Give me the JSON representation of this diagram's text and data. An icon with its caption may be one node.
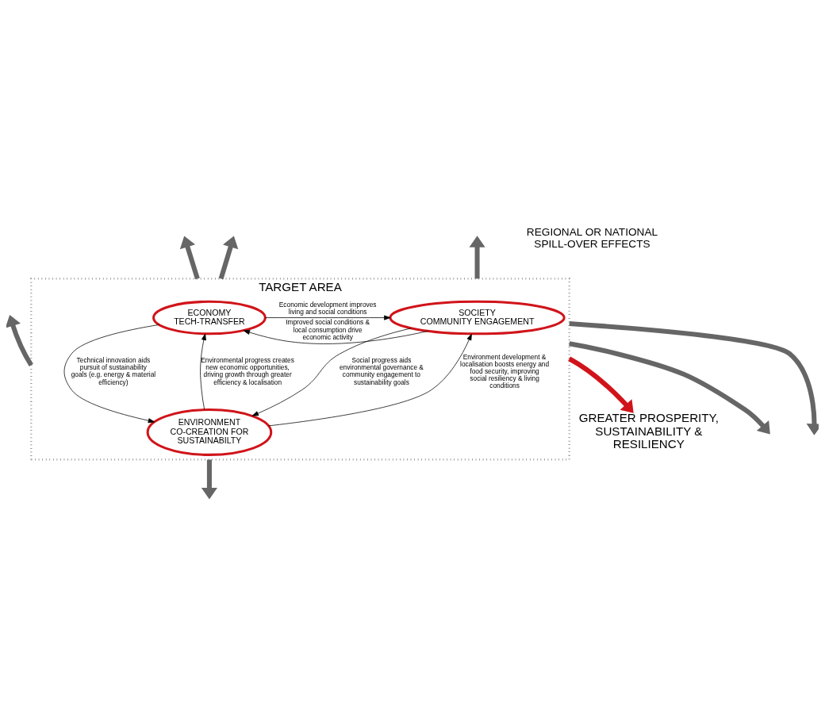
{
  "diagram": {
    "nodes": [
      {
        "text": [
          "TARGET AREA"
        ]
      },
      {
        "text": [
          "ECONOMY",
          "TECH-TRANSFER"
        ],
        "in": 0
      },
      {
        "text": [
          "SOCIETY",
          "COMMUNITY ENGAGEMENT"
        ],
        "in": 0
      },
      {
        "text": [
          "ENVIRONMENT",
          "CO-CREATION FOR SUSTAINABILTY"
        ],
        "in": 0
      },
      {
        "text": [
          "GREATER PROSPERITY, SUSTAINABILITY & RESILIENCY"
        ]
      }
    ],
    "edges": [
      {
        "from": 1,
        "to": 2,
        "arrow": "to",
        "label": "Economic development improves living and social conditions",
        "color": "#000000"
      },
      {
        "from": 2,
        "to": 1,
        "arrow": "to",
        "label": "Improved social conditions & local consumption drive economic activity",
        "color": "#000000"
      },
      {
        "from": 1,
        "to": 3,
        "arrow": "to",
        "label": "Technical innovation aids pursuit of sustainability goals (e.g. energy & material efficiency)",
        "color": "#000000"
      },
      {
        "from": 3,
        "to": 1,
        "arrow": "to",
        "label": "Environmental progress creates new economic opportunities, driving growth through greater efficiency & localisation",
        "color": "#000000"
      },
      {
        "from": 2,
        "to": 3,
        "arrow": "to",
        "label": "Social progress aids environmental governance & community engagement to sustainability goals",
        "color": "#000000"
      },
      {
        "from": 3,
        "to": 2,
        "arrow": "to",
        "label": "Environment development & localisation boosts energy and food security, improving social resiliency & living conditions",
        "color": "#000000"
      },
      {
        "from": 0,
        "to": null,
        "arrow": "to"
      },
      {
        "from": 0,
        "to": null,
        "arrow": "to"
      },
      {
        "from": 0,
        "to": null,
        "arrow": "to"
      },
      {
        "from": 0,
        "to": null,
        "arrow": "to"
      },
      {
        "from": 0,
        "to": null,
        "arrow": "to"
      },
      {
        "from": 0,
        "to": null,
        "arrow": "to"
      },
      {
        "from": 0,
        "to": null,
        "arrow": "to"
      },
      {
        "from": 0,
        "to": 4,
        "arrow": "to",
        "color": "#d0141a"
      }
    ],
    "labels": [
      "REGIONAL OR NATIONAL SPILL-OVER EFFECTS"
    ]
  }
}
